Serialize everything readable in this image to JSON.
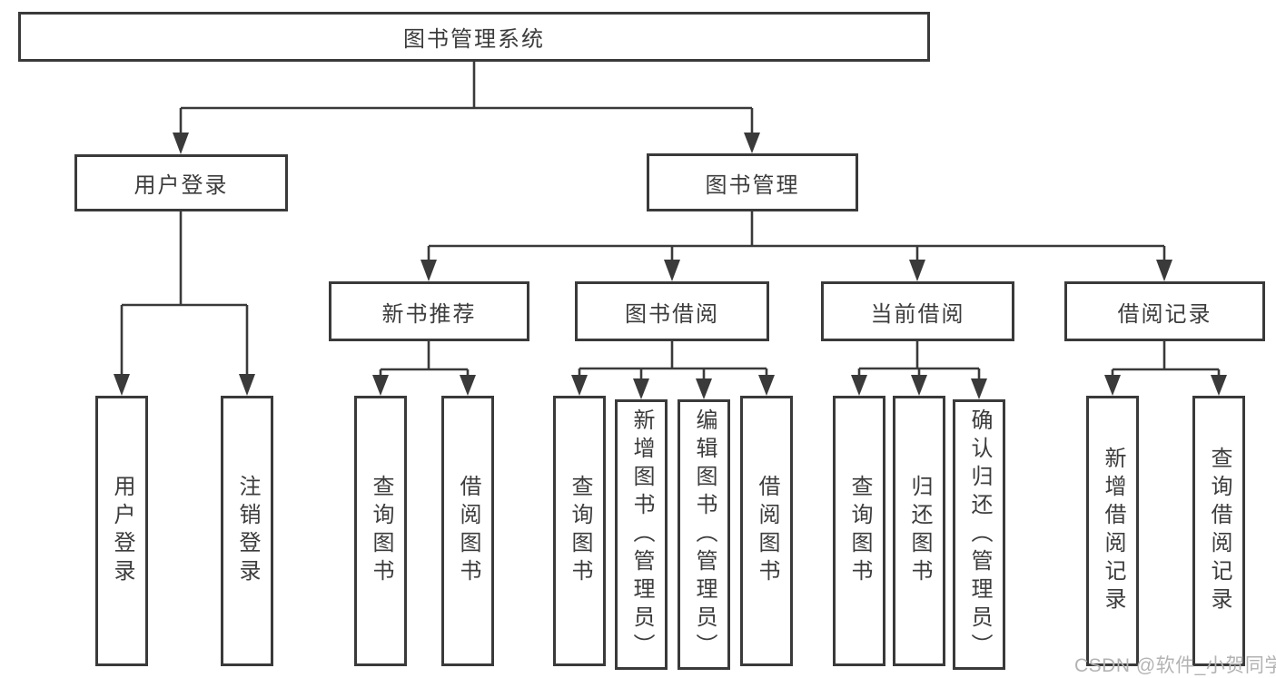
{
  "colors": {
    "background": "#ffffff",
    "line": "#3a3a3a",
    "text": "#3c3c3c",
    "watermark": "#b3b3b3"
  },
  "tree": {
    "root": {
      "label": "图书管理系统"
    },
    "branches": [
      {
        "label": "用户登录",
        "children": [
          {
            "label": "用户登录"
          },
          {
            "label": "注销登录"
          }
        ]
      },
      {
        "label": "图书管理",
        "children": [
          {
            "label": "新书推荐",
            "children": [
              {
                "label": "查询图书"
              },
              {
                "label": "借阅图书"
              }
            ]
          },
          {
            "label": "图书借阅",
            "children": [
              {
                "label": "查询图书"
              },
              {
                "label": "新增图书（管理员）"
              },
              {
                "label": "编辑图书（管理员）"
              },
              {
                "label": "借阅图书"
              }
            ]
          },
          {
            "label": "当前借阅",
            "children": [
              {
                "label": "查询图书"
              },
              {
                "label": "归还图书"
              },
              {
                "label": "确认归还（管理员）"
              }
            ]
          },
          {
            "label": "借阅记录",
            "children": [
              {
                "label": "新增借阅记录"
              },
              {
                "label": "查询借阅记录"
              }
            ]
          }
        ]
      }
    ]
  },
  "watermark": "CSDN @软件_小贺同学"
}
